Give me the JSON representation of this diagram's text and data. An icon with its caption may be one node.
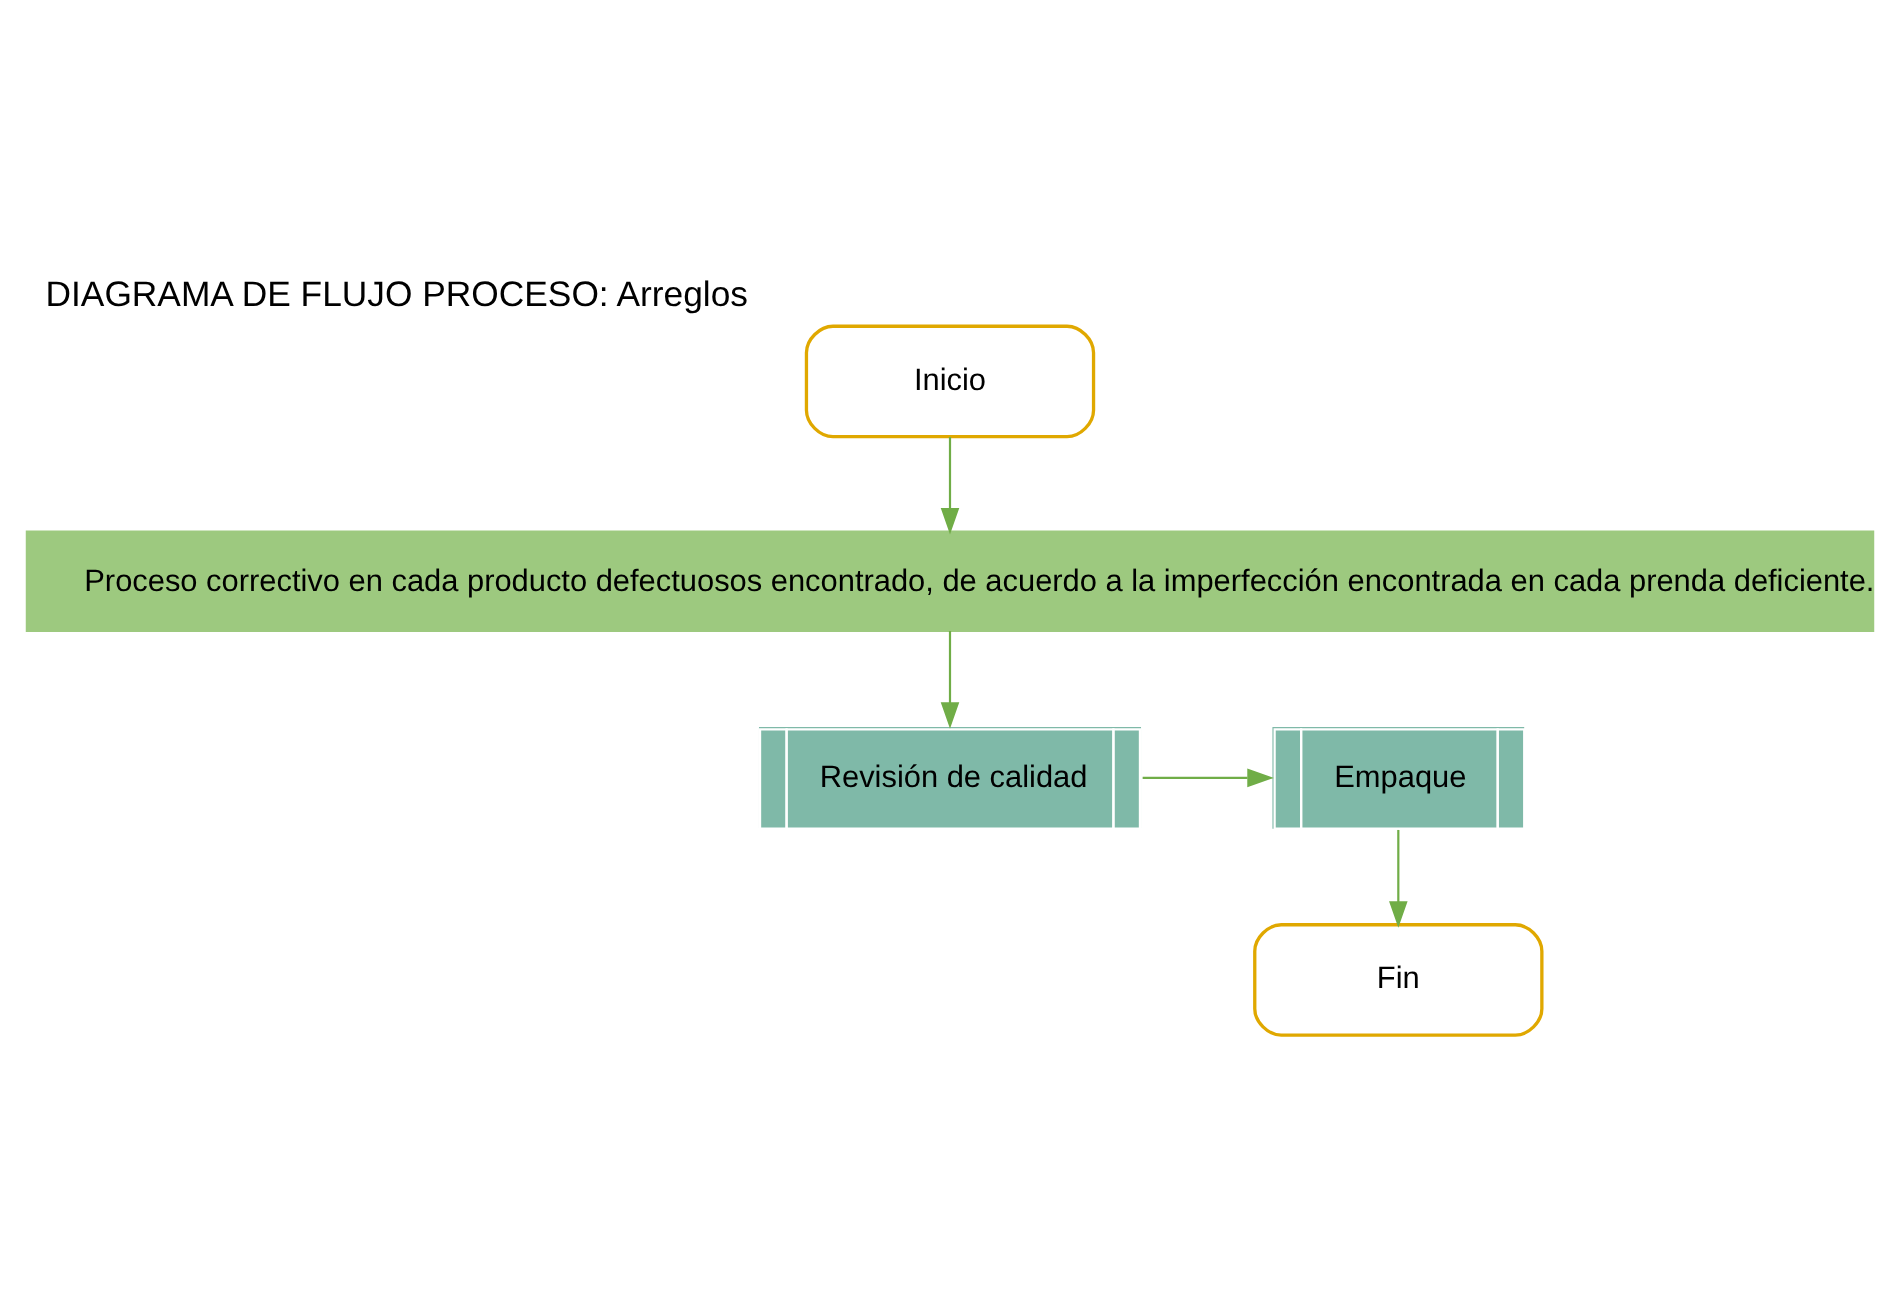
{
  "diagram": {
    "title": "DIAGRAMA DE FLUJO PROCESO: Arreglos",
    "nodes": [
      {
        "text": [
          "Inicio"
        ]
      },
      {
        "text": [
          "Proceso correctivo en cada producto defectuosos encontrado, de acuerdo a la imperfección encontrada en cada prenda deficiente."
        ]
      },
      {
        "text": [
          "Revisión de calidad"
        ]
      },
      {
        "text": [
          "Empaque"
        ]
      },
      {
        "text": [
          "Fin"
        ]
      }
    ],
    "edges": [
      {
        "from": 0,
        "to": 1,
        "arrow": "to"
      },
      {
        "from": 1,
        "to": 2,
        "arrow": "to"
      },
      {
        "from": 2,
        "to": 3,
        "arrow": "to"
      },
      {
        "from": 3,
        "to": 4,
        "arrow": "to"
      }
    ]
  }
}
